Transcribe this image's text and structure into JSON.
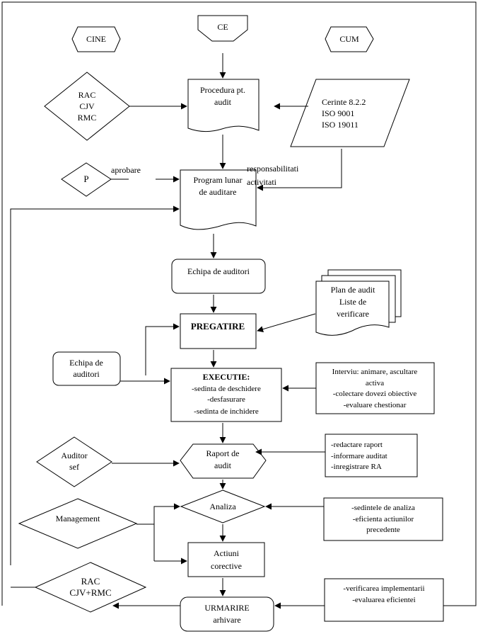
{
  "header": {
    "who": "CINE",
    "what": "CE",
    "how": "CUM"
  },
  "procedure": {
    "actors": [
      "RAC",
      "CJV",
      "RMC"
    ],
    "doc": [
      "Procedura pt.",
      "audit"
    ],
    "requirements": [
      "Cerinte 8.2.2",
      "ISO 9001",
      "ISO 19011"
    ]
  },
  "program": {
    "approver": "P",
    "approval_label": "aprobare",
    "doc": [
      "Program lunar",
      "de auditare"
    ],
    "resp_label": [
      "responsabilitati",
      "activitati"
    ]
  },
  "team": {
    "label": "Echipa de auditori",
    "side_label": [
      "Echipa de",
      "auditori"
    ]
  },
  "plan": {
    "doc": [
      "Plan de audit",
      "Liste de",
      "verificare"
    ]
  },
  "prep": {
    "label": "PREGATIRE"
  },
  "execution": {
    "title": "EXECUTIE:",
    "lines": [
      "-sedinta de deschidere",
      "-desfasurare",
      "-sedinta de inchidere"
    ],
    "notes": [
      "Interviu: animare, ascultare",
      "activa",
      "-colectare dovezi obiective",
      "-evaluare chestionar"
    ]
  },
  "report": {
    "actor": [
      "Auditor",
      "sef"
    ],
    "label": [
      "Raport de",
      "audit"
    ],
    "notes": [
      "-redactare raport",
      "-informare auditat",
      "-inregistrare RA"
    ]
  },
  "analysis": {
    "actor": "Management",
    "label": "Analiza",
    "notes": [
      "-sedintele de analiza",
      "-eficienta actiunilor",
      "precedente"
    ]
  },
  "corrective": {
    "label": [
      "Actiuni",
      "corective"
    ]
  },
  "followup": {
    "actor": [
      "RAC",
      "CJV+RMC"
    ],
    "label": [
      "URMARIRE",
      "arhivare"
    ],
    "notes": [
      "-verificarea implementarii",
      "-evaluarea eficientei"
    ]
  }
}
